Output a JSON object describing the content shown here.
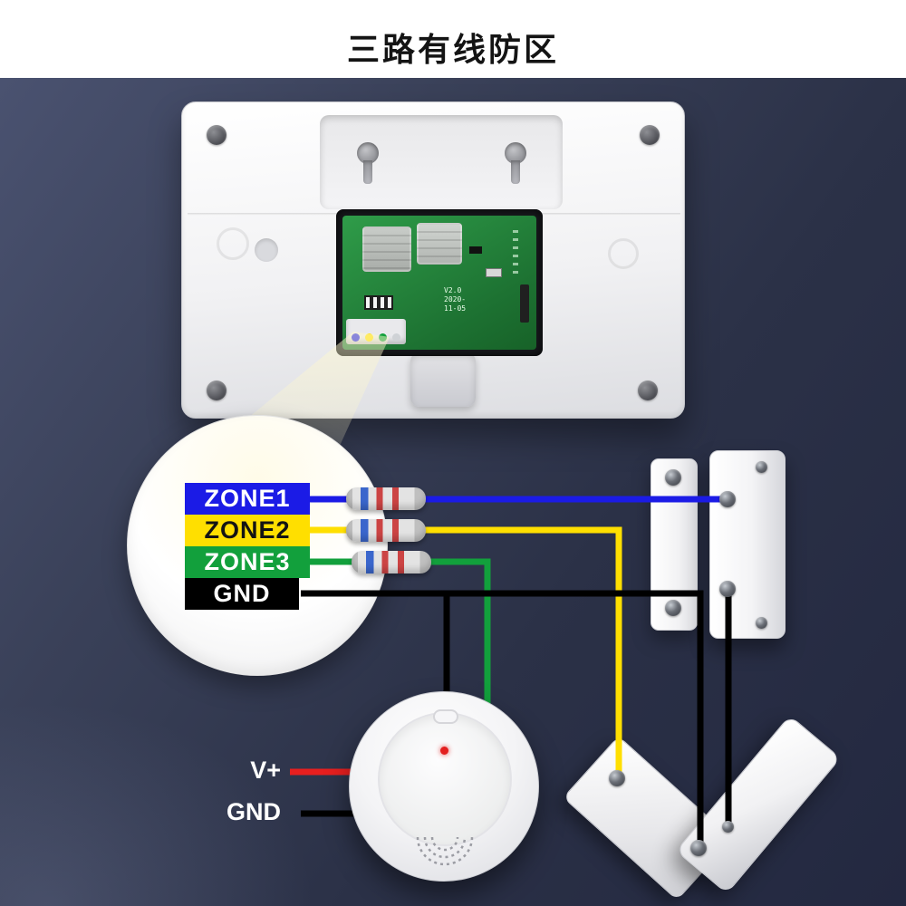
{
  "title": "三路有线防区",
  "magnifier_zones": [
    {
      "label": "ZONE1",
      "color": "#1b1be6",
      "text_color": "#ffffff"
    },
    {
      "label": "ZONE2",
      "color": "#ffdf00",
      "text_color": "#141414"
    },
    {
      "label": "ZONE3",
      "color": "#12a03c",
      "text_color": "#ffffff"
    },
    {
      "label": "GND",
      "color": "#000000",
      "text_color": "#ffffff"
    }
  ],
  "smoke_detector": {
    "vplus_label": "V+",
    "gnd_label": "GND"
  },
  "pcb": {
    "version": "V2.0",
    "date": "2020-11-05"
  },
  "colors": {
    "zone1": "#1b1be6",
    "zone2": "#ffdf00",
    "zone3": "#12a03c",
    "gnd": "#000000",
    "vplus": "#e81f1f",
    "beam": "#fff8cd"
  }
}
